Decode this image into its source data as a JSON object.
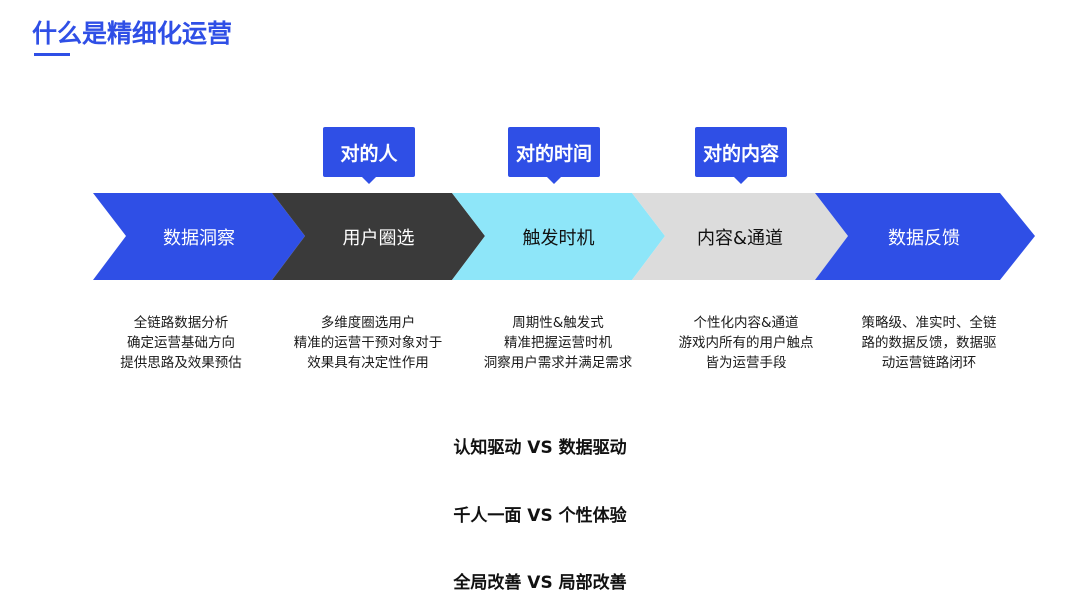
{
  "title": "什么是精细化运营",
  "callouts": [
    "对的人",
    "对的时间",
    "对的内容"
  ],
  "steps": [
    {
      "label": "数据洞察",
      "fill": "#2f4fe6",
      "text_color": "#ffffff"
    },
    {
      "label": "用户圈选",
      "fill": "#3a3a3a",
      "text_color": "#ffffff"
    },
    {
      "label": "触发时机",
      "fill": "#8ee6f9",
      "text_color": "#111111"
    },
    {
      "label": "内容&通道",
      "fill": "#dcdcdc",
      "text_color": "#111111"
    },
    {
      "label": "数据反馈",
      "fill": "#2f4fe6",
      "text_color": "#ffffff"
    }
  ],
  "descriptions": [
    {
      "line1": "全链路数据分析",
      "line2": "确定运营基础方向",
      "line3": "提供思路及效果预估"
    },
    {
      "line1": "多维度圈选用户",
      "line2": "精准的运营干预对象对于",
      "line3": "效果具有决定性作用"
    },
    {
      "line1": "周期性&触发式",
      "line2": "精准把握运营时机",
      "line3": "洞察用户需求并满足需求"
    },
    {
      "line1": "个性化内容&通道",
      "line2": "游戏内所有的用户触点",
      "line3": "皆为运营手段"
    },
    {
      "line1": "策略级、准实时、全链",
      "line2": "路的数据反馈，数据驱",
      "line3": "动运营链路闭环"
    }
  ],
  "comparisons": [
    "认知驱动 VS 数据驱动",
    "千人一面 VS 个性体验",
    "全局改善 VS 局部改善"
  ]
}
